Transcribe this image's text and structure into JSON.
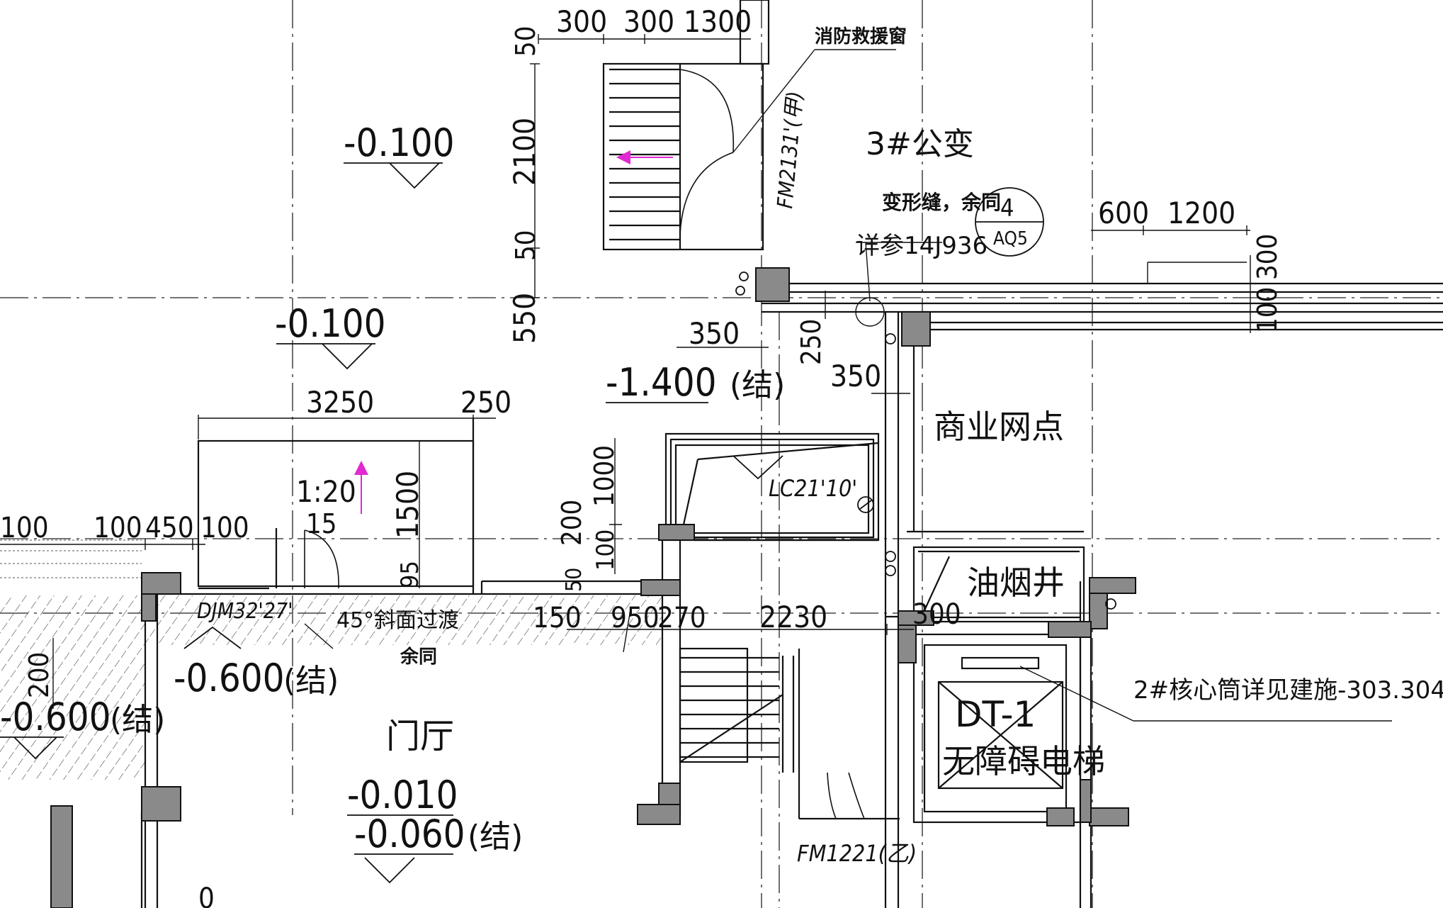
{
  "rooms": {
    "transformer": "3#公变",
    "shop": "商业网点",
    "smoke_shaft": "油烟井",
    "lobby": "门厅",
    "elevator_tag": "DT-1",
    "elevator_name": "无障碍电梯"
  },
  "labels": {
    "fire_rescue_window": "消防救援窗",
    "fire_door_a": "FM2131'(甲)",
    "deformation_joint": "变形缝，余同",
    "see_ref": "详参14J936",
    "detail_no": "4",
    "detail_sheet": "AQ5",
    "window": "LC21'10'",
    "door_djm": "DJM32'27'",
    "bevel_transition": "45°斜面过渡",
    "same_rest": "余同",
    "core_note": "2#核心筒详见建施-303.304",
    "fire_door_b": "FM1221(乙)",
    "ramp_slope": "1:20",
    "ramp_number": "15",
    "structural": "(结)"
  },
  "elevations": {
    "e1": "-0.100",
    "e2": "-0.100",
    "e3": "-1.400",
    "e4": "-0.600",
    "e5": "-0.600",
    "e6": "-0.010",
    "e7": "-0.060",
    "e8": "0"
  },
  "dimensions": {
    "top": [
      "300",
      "300",
      "1300"
    ],
    "vertical_left": [
      "50",
      "2100",
      "50",
      "550"
    ],
    "right_top": [
      "600",
      "1200"
    ],
    "right_vertical": [
      "300",
      "100"
    ],
    "d350a": "350",
    "d250v": "250",
    "d350b": "350",
    "ramp_w": "3250",
    "ramp_w2": "250",
    "ramp_h": "1500",
    "ramp_h2": "95",
    "steps_v": [
      "1000",
      "200",
      "100",
      "50"
    ],
    "left_row": [
      "100",
      "100",
      "450",
      "100"
    ],
    "mid_row": [
      "150",
      "950",
      "270",
      "2230",
      "300"
    ],
    "left_v": "200"
  }
}
